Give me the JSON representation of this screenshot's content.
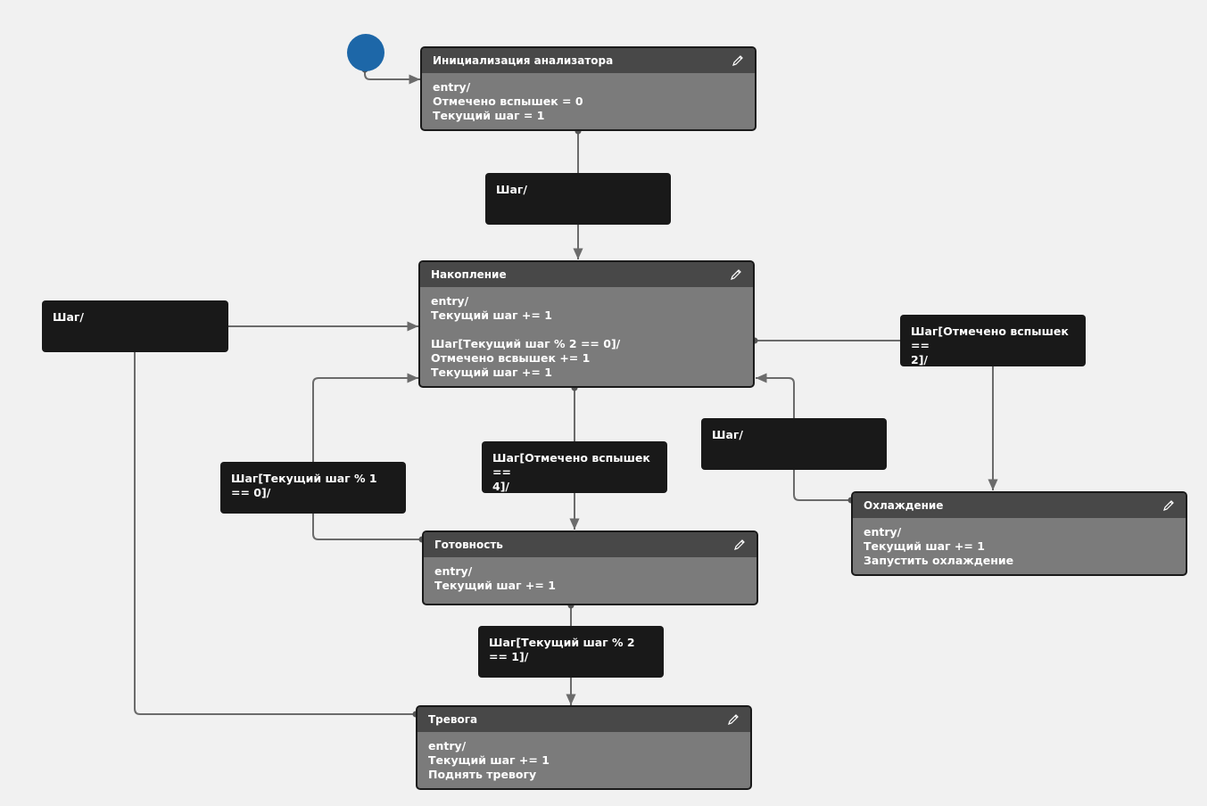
{
  "colors": {
    "background": "#f1f1f1",
    "state_header": "#484848",
    "state_body": "#7b7b7b",
    "transition_box": "#191919",
    "initial_state": "#1d67a8",
    "edge": "#6b6b6b"
  },
  "icons": {
    "edit": "pencil-icon"
  },
  "states": {
    "init": {
      "title": "Инициализация анализатора",
      "body": "entry/\nОтмечено вспышек = 0\nТекущий шаг = 1"
    },
    "accum": {
      "title": "Накопление",
      "body": "entry/\nТекущий шаг += 1\n\nШаг[Текущий шаг % 2 == 0]/\nОтмечено всвышек += 1\nТекущий шаг += 1"
    },
    "ready": {
      "title": "Готовность",
      "body": "entry/\nТекущий шаг += 1"
    },
    "cool": {
      "title": "Охлаждение",
      "body": "entry/\nТекущий шаг += 1\nЗапустить охлаждение"
    },
    "alarm": {
      "title": "Тревога",
      "body": "entry/\nТекущий шаг += 1\nПоднять тревогу"
    }
  },
  "transitions": {
    "t_init_accum": "Шаг/",
    "t_left_alarm": "Шаг/",
    "t_accum_cool": "Шаг[Отмечено вспышек ==\n2]/",
    "t_cool_accum": "Шаг/",
    "t_ready_accum": "Шаг[Текущий шаг % 1 == 0]/",
    "t_accum_ready": "Шаг[Отмечено вспышек ==\n4]/",
    "t_ready_alarm": "Шаг[Текущий шаг % 2 == 1]/"
  }
}
